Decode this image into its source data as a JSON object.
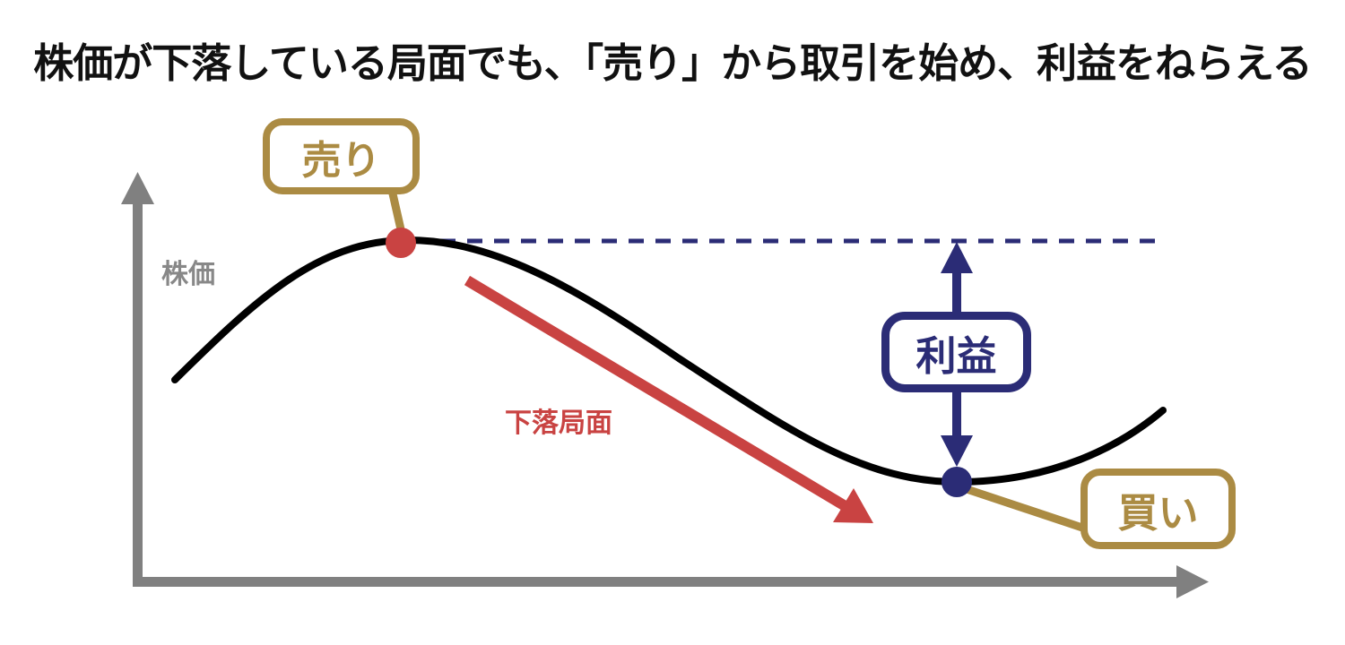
{
  "title": "株価が下落している局面でも、「売り」から取引を始め、利益をねらえる",
  "diagram": {
    "y_axis_label": "株価",
    "sell_label": "売り",
    "buy_label": "買い",
    "profit_label": "利益",
    "decline_label": "下落局面"
  },
  "colors": {
    "gold": "#AB8B43",
    "navy": "#2B2C76",
    "red": "#C94342",
    "axis-gray": "#808080",
    "text-gray": "#888888",
    "curve-black": "#000000",
    "bg": "#FFFFFF"
  }
}
